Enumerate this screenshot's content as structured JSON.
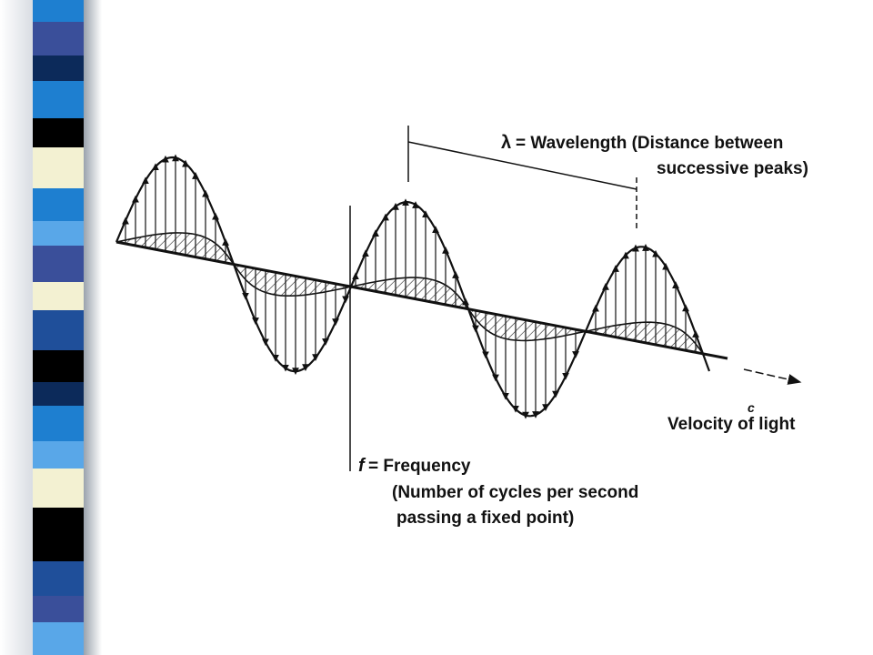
{
  "slide": {
    "stripe_colors": [
      "#1e7fd0",
      "#3a4f9a",
      "#f3f1d2",
      "#000000",
      "#59a7e8",
      "#1f4f9a",
      "#0c2a5a"
    ]
  },
  "diagram": {
    "wavelength_symbol": "λ",
    "wavelength_line1": "= Wavelength  (Distance between",
    "wavelength_line2": "successive peaks)",
    "velocity_symbol": "c",
    "velocity_label": "Velocity of light",
    "frequency_symbol": "f",
    "frequency_line1": "= Frequency",
    "frequency_line2": "(Number of cycles per second",
    "frequency_line3": "passing a fixed point)"
  }
}
